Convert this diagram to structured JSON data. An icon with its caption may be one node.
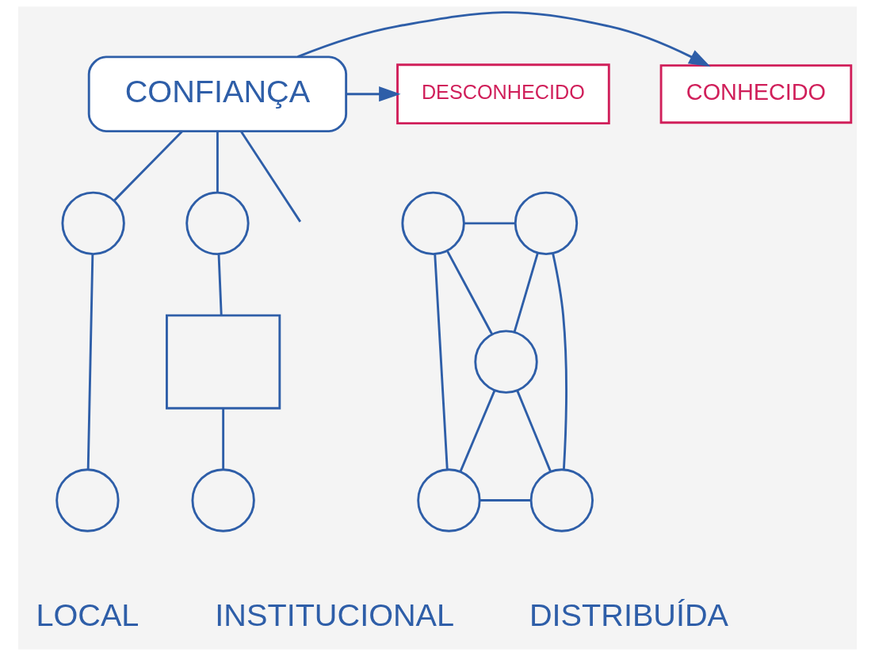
{
  "diagram": {
    "nodes": [
      {
        "text": [
          "CONFIANÇA"
        ]
      },
      {
        "text": [
          "CONHECIDO"
        ]
      },
      {
        "text": [
          "DESCONHECIDO"
        ]
      },
      {
        "text": [],
        "shape": "circle"
      },
      {
        "text": [],
        "shape": "circle"
      },
      {
        "text": [],
        "shape": "circle"
      },
      {
        "text": [],
        "shape": "box"
      },
      {
        "text": [],
        "shape": "circle"
      },
      {
        "text": [],
        "shape": "circle"
      },
      {
        "text": [],
        "shape": "circle"
      },
      {
        "text": [],
        "shape": "circle"
      },
      {
        "text": [],
        "shape": "circle"
      },
      {
        "text": [],
        "shape": "circle"
      }
    ],
    "edges": [
      {
        "from": 0,
        "to": 1,
        "arrow": "to"
      },
      {
        "from": 0,
        "to": 2,
        "arrow": "to"
      },
      {
        "from": 0,
        "to": 3,
        "arrow": "none"
      },
      {
        "from": 0,
        "to": 5,
        "arrow": "none"
      },
      {
        "from": 0,
        "to": null,
        "arrow": "none"
      },
      {
        "from": 3,
        "to": 4,
        "arrow": "none"
      },
      {
        "from": 5,
        "to": 6,
        "arrow": "none"
      },
      {
        "from": 6,
        "to": 7,
        "arrow": "none"
      },
      {
        "from": 8,
        "to": 9,
        "arrow": "none"
      },
      {
        "from": 8,
        "to": 10,
        "arrow": "none"
      },
      {
        "from": 8,
        "to": 11,
        "arrow": "none"
      },
      {
        "from": 9,
        "to": 10,
        "arrow": "none"
      },
      {
        "from": 9,
        "to": 12,
        "arrow": "none"
      },
      {
        "from": 10,
        "to": 11,
        "arrow": "none"
      },
      {
        "from": 10,
        "to": 12,
        "arrow": "none"
      },
      {
        "from": 11,
        "to": 12,
        "arrow": "none"
      }
    ],
    "labels": [
      "LOCAL",
      "INSTITUCIONAL",
      "DISTRIBUÍDA"
    ]
  }
}
